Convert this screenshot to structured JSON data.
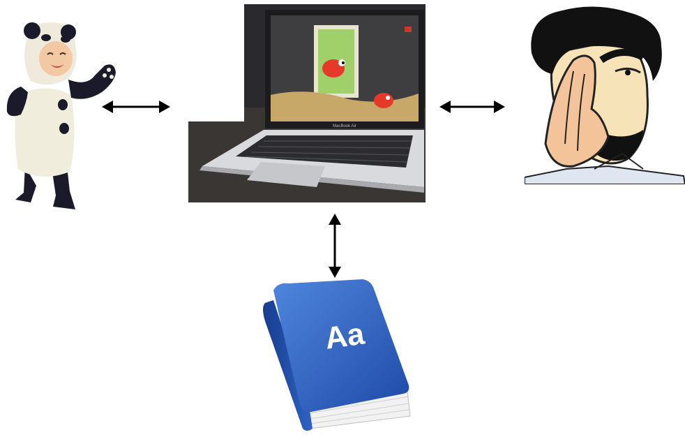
{
  "nodes": {
    "baby": {
      "icon": "baby-in-panda-costume"
    },
    "laptop": {
      "icon": "laptop-showing-picture-book-app",
      "brand_text": "MacBook Air"
    },
    "cartoon": {
      "icon": "cartoon-man-whispering"
    },
    "book": {
      "icon": "dictionary-book-icon",
      "cover_text": "Aa"
    }
  },
  "arrows": [
    "baby-laptop",
    "laptop-cartoon",
    "laptop-book"
  ],
  "colors": {
    "arrow": "#000000",
    "book_cover": "#2f62c0",
    "book_pages": "#f2f2f2",
    "laptop_screen": "#3a3a3a",
    "cartoon_skin": "#f7e3b8"
  }
}
